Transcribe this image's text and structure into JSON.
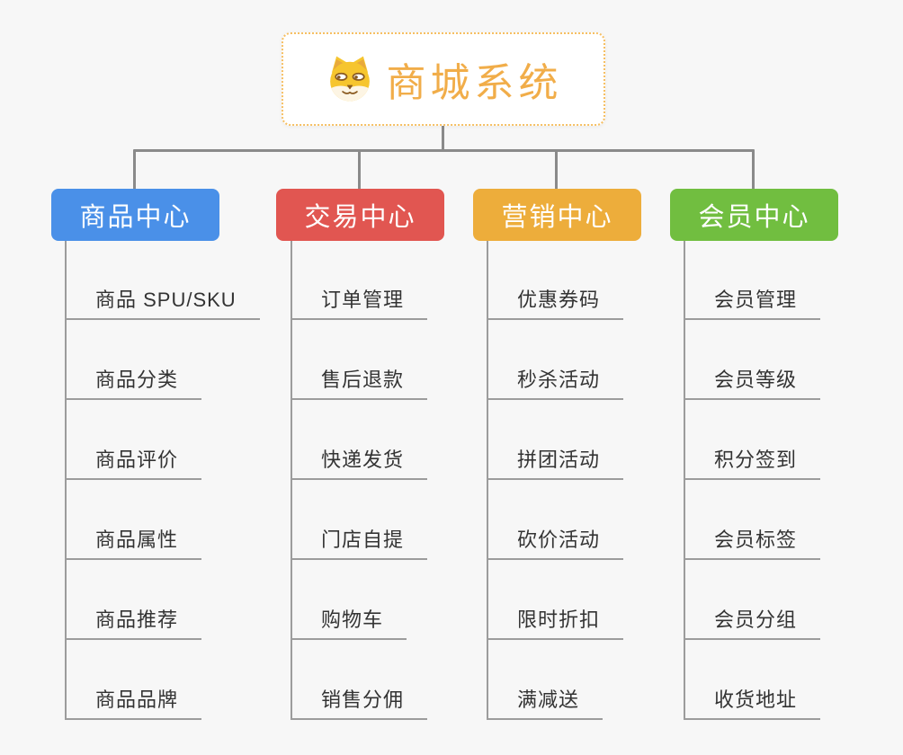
{
  "root": {
    "label": "商城系统",
    "icon": "doge-face-icon"
  },
  "branches": [
    {
      "label": "商品中心",
      "color": "#4a90e8",
      "items": [
        "商品 SPU/SKU",
        "商品分类",
        "商品评价",
        "商品属性",
        "商品推荐",
        "商品品牌"
      ]
    },
    {
      "label": "交易中心",
      "color": "#e15651",
      "items": [
        "订单管理",
        "售后退款",
        "快递发货",
        "门店自提",
        "购物车",
        "销售分佣"
      ]
    },
    {
      "label": "营销中心",
      "color": "#edad3b",
      "items": [
        "优惠券码",
        "秒杀活动",
        "拼团活动",
        "砍价活动",
        "限时折扣",
        "满减送"
      ]
    },
    {
      "label": "会员中心",
      "color": "#71be40",
      "items": [
        "会员管理",
        "会员等级",
        "积分签到",
        "会员标签",
        "会员分组",
        "收货地址"
      ]
    }
  ],
  "colors": {
    "background": "#f7f7f7",
    "connector": "#8a8a8a",
    "underline": "#9c9c9c",
    "root_accent": "#f1ad49",
    "root_border": "#f6bf62",
    "item_text": "#333333"
  }
}
